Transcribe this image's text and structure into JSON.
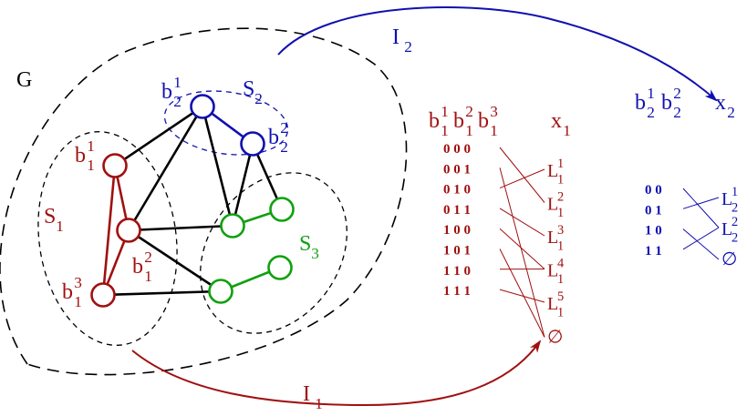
{
  "colors": {
    "red": "#a01010",
    "blue": "#1010b0",
    "green": "#10a010",
    "black": "#000000"
  },
  "graph": {
    "label": "G",
    "sets": [
      {
        "base": "S",
        "sub": "1",
        "color": "red"
      },
      {
        "base": "S",
        "sub": "2",
        "color": "blue"
      },
      {
        "base": "S",
        "sub": "3",
        "color": "green"
      }
    ],
    "nodes": [
      {
        "id": "b11",
        "base": "b",
        "sup": "1",
        "sub": "1",
        "color": "red"
      },
      {
        "id": "b12",
        "base": "b",
        "sup": "2",
        "sub": "1",
        "color": "red"
      },
      {
        "id": "b13",
        "base": "b",
        "sup": "3",
        "sub": "1",
        "color": "red"
      },
      {
        "id": "b21",
        "base": "b",
        "sup": "1",
        "sub": "2",
        "color": "blue"
      },
      {
        "id": "b22",
        "base": "b",
        "sup": "2",
        "sub": "2",
        "color": "blue"
      },
      {
        "id": "g1",
        "color": "green"
      },
      {
        "id": "g2",
        "color": "green"
      },
      {
        "id": "g3",
        "color": "green"
      },
      {
        "id": "g4",
        "color": "green"
      }
    ],
    "edges": [
      [
        "b21",
        "b11",
        "black"
      ],
      [
        "b21",
        "b12",
        "black"
      ],
      [
        "b21",
        "g1",
        "black"
      ],
      [
        "b21",
        "b22",
        "blue"
      ],
      [
        "b22",
        "g1",
        "black"
      ],
      [
        "b22",
        "g2",
        "black"
      ],
      [
        "b12",
        "g1",
        "black"
      ],
      [
        "b12",
        "g4",
        "black"
      ],
      [
        "b13",
        "g4",
        "black"
      ],
      [
        "g1",
        "g2",
        "green"
      ],
      [
        "g4",
        "g3",
        "green"
      ],
      [
        "b11",
        "b12",
        "red"
      ],
      [
        "b11",
        "b13",
        "red"
      ],
      [
        "b12",
        "b13",
        "red"
      ]
    ]
  },
  "arrows": [
    {
      "base": "I",
      "sub": "2",
      "color": "blue"
    },
    {
      "base": "I",
      "sub": "1",
      "color": "red"
    }
  ],
  "table1": {
    "color": "red",
    "header_vars": [
      {
        "sup": "1",
        "sub": "1"
      },
      {
        "sup": "2",
        "sub": "1"
      },
      {
        "sup": "3",
        "sub": "1"
      }
    ],
    "header_var_base": "b",
    "target_header": {
      "base": "x",
      "sub": "1"
    },
    "rows": [
      "0 0 0",
      "0 0 1",
      "0 1 0",
      "0 1 1",
      "1 0 0",
      "1 0 1",
      "1 1 0",
      "1 1 1"
    ],
    "targets": [
      {
        "base": "L",
        "sup": "1",
        "sub": "1"
      },
      {
        "base": "L",
        "sup": "2",
        "sub": "1"
      },
      {
        "base": "L",
        "sup": "3",
        "sub": "1"
      },
      {
        "base": "L",
        "sup": "4",
        "sub": "1"
      },
      {
        "base": "L",
        "sup": "5",
        "sub": "1"
      },
      {
        "base": "∅"
      }
    ],
    "mapping": [
      1,
      5,
      0,
      2,
      3,
      5,
      3,
      4
    ]
  },
  "table2": {
    "color": "blue",
    "header_vars": [
      {
        "sup": "1",
        "sub": "2"
      },
      {
        "sup": "2",
        "sub": "2"
      }
    ],
    "header_var_base": "b",
    "target_header": {
      "base": "x",
      "sub": "2"
    },
    "rows": [
      "0 0",
      "0 1",
      "1 0",
      "1 1"
    ],
    "targets": [
      {
        "base": "L",
        "sup": "1",
        "sub": "2"
      },
      {
        "base": "L",
        "sup": "2",
        "sub": "2"
      },
      {
        "base": "∅"
      }
    ],
    "mapping": [
      1,
      0,
      2,
      1
    ]
  }
}
